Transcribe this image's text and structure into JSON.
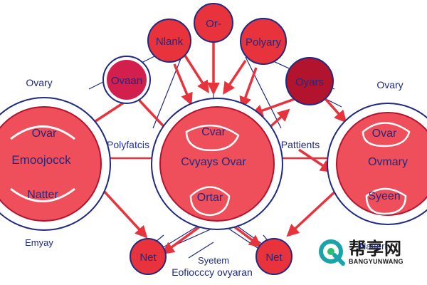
{
  "colors": {
    "red": "#e8323c",
    "pink_red": "#ee4f5b",
    "crimson": "#d21f4e",
    "dark_red": "#b3142d",
    "navy": "#1f2a80",
    "blue_label": "#2033a0"
  },
  "nodes": {
    "top_small": "Or-",
    "nlank": "Nlank",
    "polyary": "Polyary",
    "ovaan": "Ovaan",
    "oyars": "Oyars"
  },
  "left_circle": {
    "outer_label": "Ovary",
    "inner_top": "Ovar",
    "inner_mid": "Emoojocck",
    "inner_bottom": "Natter",
    "below_label": "Emyay"
  },
  "center_circle": {
    "inner_top": "Cvar",
    "inner_mid": "Cvyays Ovar",
    "inner_bottom": "Ortar"
  },
  "right_circle": {
    "outer_label": "Ovary",
    "inner_top": "Ovar",
    "inner_mid": "Ovmary",
    "inner_bottom": "Syeen"
  },
  "side_labels": {
    "left_middle": "Polyfatcis",
    "right_middle": "Pattients"
  },
  "bottom_nodes": {
    "left_net": "Net",
    "right_net": "Net"
  },
  "bottom_text": {
    "line1": "Syetem",
    "line2": "Eofiocccy ovyaran"
  },
  "watermark": {
    "text_cn": "帮享网",
    "text_en": "BANGYUNWANG",
    "overlay": "Natterl"
  }
}
